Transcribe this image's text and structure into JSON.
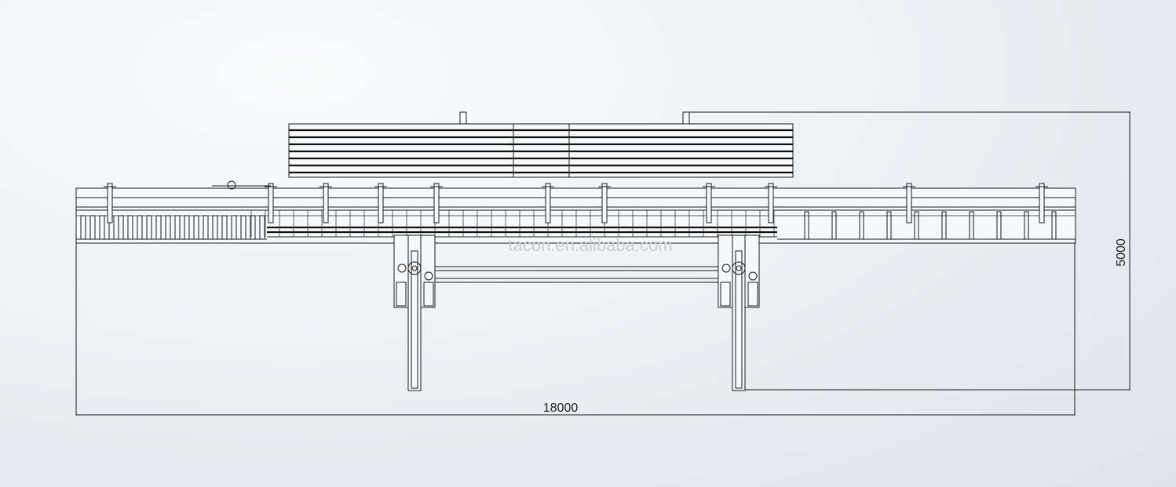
{
  "drawing": {
    "dimension_width": "18000",
    "dimension_height": "5000",
    "watermark": "tacon.en.alibaba.com",
    "line_color": "#1a1a1a"
  }
}
